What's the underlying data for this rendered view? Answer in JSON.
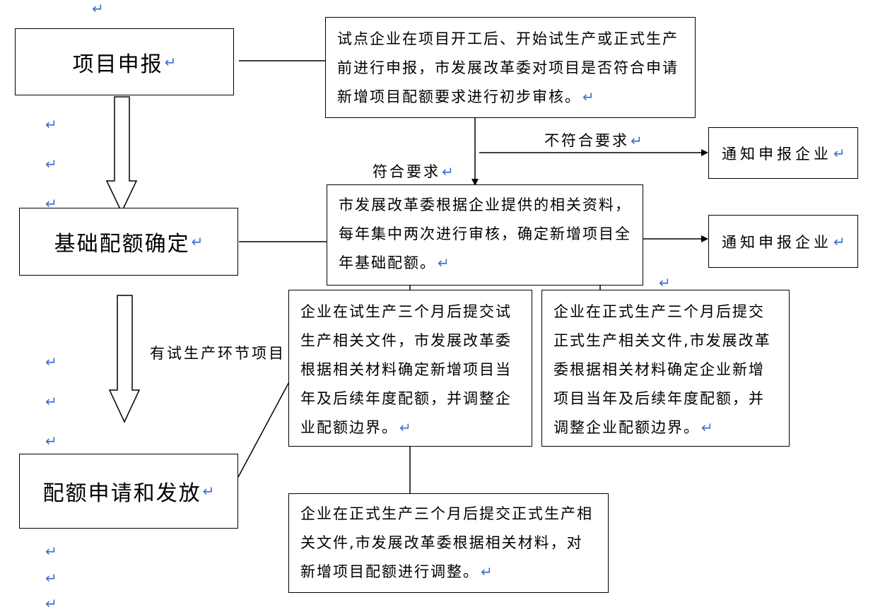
{
  "return_mark": "↵",
  "left": {
    "step1": "项目申报",
    "step2": "基础配额确定",
    "step3": "配额申请和发放"
  },
  "boxes": {
    "initial_review": "试点企业在项目开工后、开始试生产或正式生产前进行申报，市发展改革委对项目是否符合申请新增项目配额要求进行初步审核。",
    "notify1": "通知申报企业",
    "base_quota_review": "市发展改革委根据企业提供的相关资料，每年集中两次进行审核，确定新增项目全年基础配额。",
    "notify2": "通知申报企业",
    "trial_production": "企业在试生产三个月后提交试生产相关文件，市发展改革委根据相关材料确定新增项目当年及后续年度配额，并调整企业配额边界。",
    "formal_production_right": "企业在正式生产三个月后提交正式生产相关文件,市发展改革委根据相关材料确定企业新增项目当年及后续年度配额，并调整企业配额边界。",
    "formal_production_bottom": "企业在正式生产三个月后提交正式生产相关文件,市发展改革委根据相关材料，对新增项目配额进行调整。"
  },
  "labels": {
    "not_qualified": "不符合要求",
    "qualified": "符合要求",
    "has_trial": "有试生产环节项目"
  }
}
